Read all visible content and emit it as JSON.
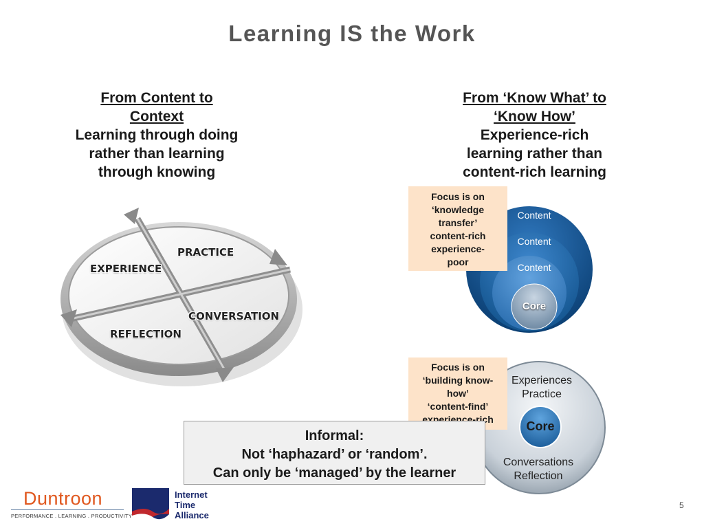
{
  "slide": {
    "title": "Learning IS the Work",
    "page_number": "5"
  },
  "left_column": {
    "heading_line1": "From Content to",
    "heading_line2": "Context",
    "body_line1": "Learning through doing",
    "body_line2": "rather than learning",
    "body_line3": "through knowing"
  },
  "right_column": {
    "heading_line1": "From ‘Know What’ to",
    "heading_line2": "‘Know How’",
    "body_line1": "Experience-rich",
    "body_line2": "learning rather than",
    "body_line3": "content-rich learning"
  },
  "cycle": {
    "practice": "PRACTICE",
    "experience": "EXPERIENCE",
    "conversation": "CONVERSATION",
    "reflection": "REFLECTION"
  },
  "content_circles": {
    "layer1": "Content",
    "layer2": "Content",
    "layer3": "Content",
    "core": "Core"
  },
  "callout_content": {
    "line1": "Focus is on",
    "line2": "‘knowledge",
    "line3": "transfer’",
    "line4": "content-rich",
    "line5": "experience-",
    "line6": "poor"
  },
  "experience_circles": {
    "top_line1": "Experiences",
    "top_line2": "Practice",
    "bottom_line1": "Conversations",
    "bottom_line2": "Reflection",
    "core": "Core"
  },
  "callout_experience": {
    "line1": "Focus is on",
    "line2": "‘building know-",
    "line3": "how’",
    "line4": "‘content-find’",
    "line5": "experience-rich"
  },
  "informal_box": {
    "line1": "Informal:",
    "line2": "Not ‘haphazard’ or ‘random’.",
    "line3": "Can only be ‘managed’ by the learner"
  },
  "footer": {
    "duntroon_name": "Duntroon",
    "duntroon_tagline": "PERFORMANCE . LEARNING . PRODUCTIVITY",
    "ita_line1": "Internet",
    "ita_line2": "Time",
    "ita_line3": "Alliance"
  },
  "colors": {
    "title": "#555555",
    "duntroon_orange": "#e0581f",
    "ita_navy": "#1b2a6d",
    "ita_red": "#c0282d",
    "callout_fill": "#fde3c9",
    "content_blue_dark": "#0f4c84",
    "content_blue_light": "#4f8fd0"
  }
}
